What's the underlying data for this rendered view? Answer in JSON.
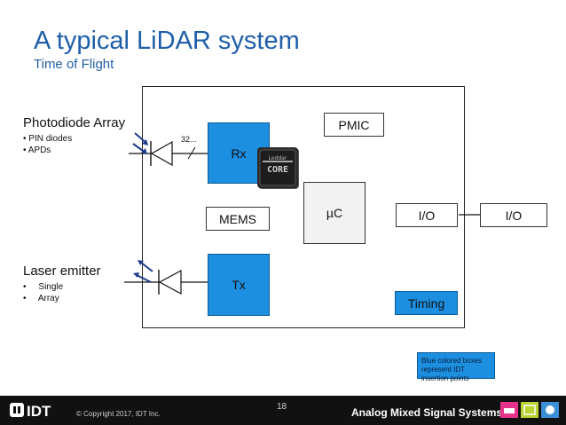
{
  "header": {
    "title": "A typical LiDAR system",
    "subtitle": "Time of Flight"
  },
  "photodiode": {
    "title": "Photodiode Array",
    "bullets": [
      "• PIN diodes",
      "• APDs"
    ]
  },
  "laser": {
    "title": "Laser emitter",
    "bullets": [
      "•     Single",
      "•     Array"
    ]
  },
  "bus_label": "32...",
  "blocks": {
    "rx": "Rx",
    "tx": "Tx",
    "mems": "MEMS",
    "pmic": "PMIC",
    "uc": "µC",
    "io_inner": "I/O",
    "io_outer": "I/O",
    "timing": "Timing"
  },
  "chip": {
    "line1": "LeddarCORE"
  },
  "note": "Blue colored boxes represent IDT insertion points",
  "footer": {
    "copyright": "© Copyright 2017, IDT Inc.",
    "page": "18",
    "division": "Analog Mixed Signal Systems",
    "logo_text": "IDT"
  },
  "colors": {
    "accent": "#1f5fa8",
    "block_blue": "#1c8fe0"
  }
}
